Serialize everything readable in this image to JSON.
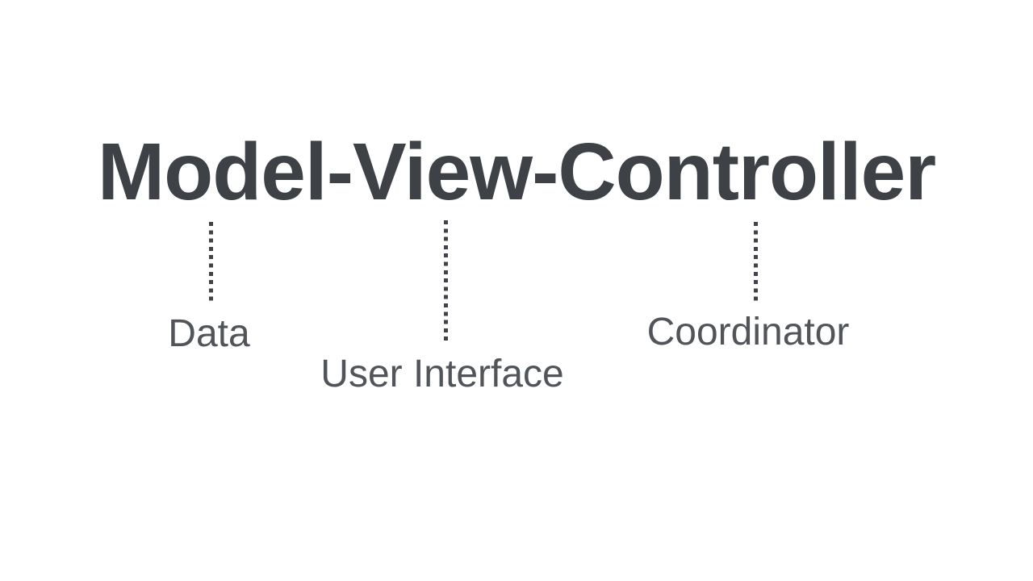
{
  "page": {
    "background_color": "#ffffff"
  },
  "title": {
    "text": "Model-View-Controller",
    "color": "#3e4247"
  },
  "diagram": {
    "connector_style": "vertical-dotted",
    "connector_color": "#404449",
    "label_color": "#515459",
    "items": [
      {
        "component": "Model",
        "label": "Data"
      },
      {
        "component": "View",
        "label": "User Interface"
      },
      {
        "component": "Controller",
        "label": "Coordinator"
      }
    ]
  }
}
